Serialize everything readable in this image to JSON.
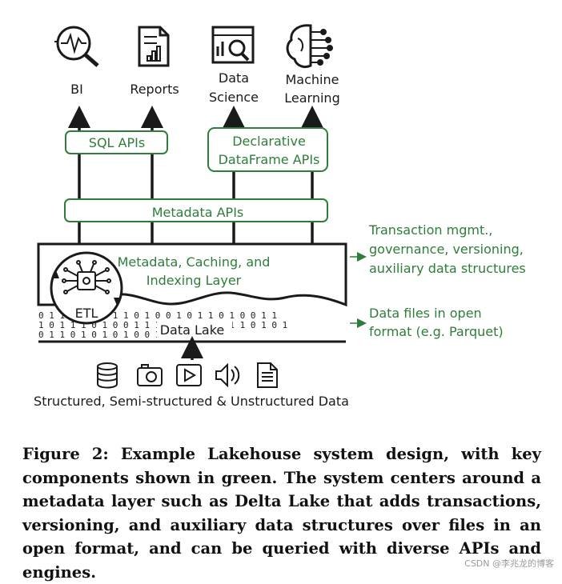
{
  "diagram": {
    "outputs": {
      "bi": "BI",
      "reports": "Reports",
      "data_science": [
        "Data",
        "Science"
      ],
      "machine_learning": [
        "Machine",
        "Learning"
      ]
    },
    "apis": {
      "sql": "SQL APIs",
      "declarative": [
        "Declarative",
        "DataFrame APIs"
      ],
      "metadata": "Metadata APIs"
    },
    "layer": [
      "Metadata, Caching, and",
      "Indexing Layer"
    ],
    "etl": "ETL",
    "data_lake": "Data Lake",
    "notes": {
      "transaction": [
        "Transaction mgmt.,",
        "governance, versioning,",
        "auxiliary data structures"
      ],
      "data_files": [
        "Data files in open",
        "format (e.g. Parquet)"
      ]
    },
    "sources_label": "Structured, Semi-structured & Unstructured Data",
    "icons": {
      "outputs": [
        "magnifier-chart-icon",
        "report-document-icon",
        "dashboard-search-icon",
        "brain-circuit-icon"
      ],
      "sources": [
        "database-icon",
        "camera-icon",
        "video-play-icon",
        "speaker-icon",
        "document-icon"
      ],
      "etl": "circuit-chip-icon"
    },
    "colors": {
      "accent": "#2e7d3a",
      "ink": "#1a1a1a"
    }
  },
  "caption": "Figure 2: Example Lakehouse system design, with key components shown in green. The system centers around a metadata layer such as Delta Lake that adds transactions, versioning, and auxiliary data structures over files in an open format, and can be queried with diverse APIs and engines.",
  "watermark": "CSDN @李兆龙的博客"
}
